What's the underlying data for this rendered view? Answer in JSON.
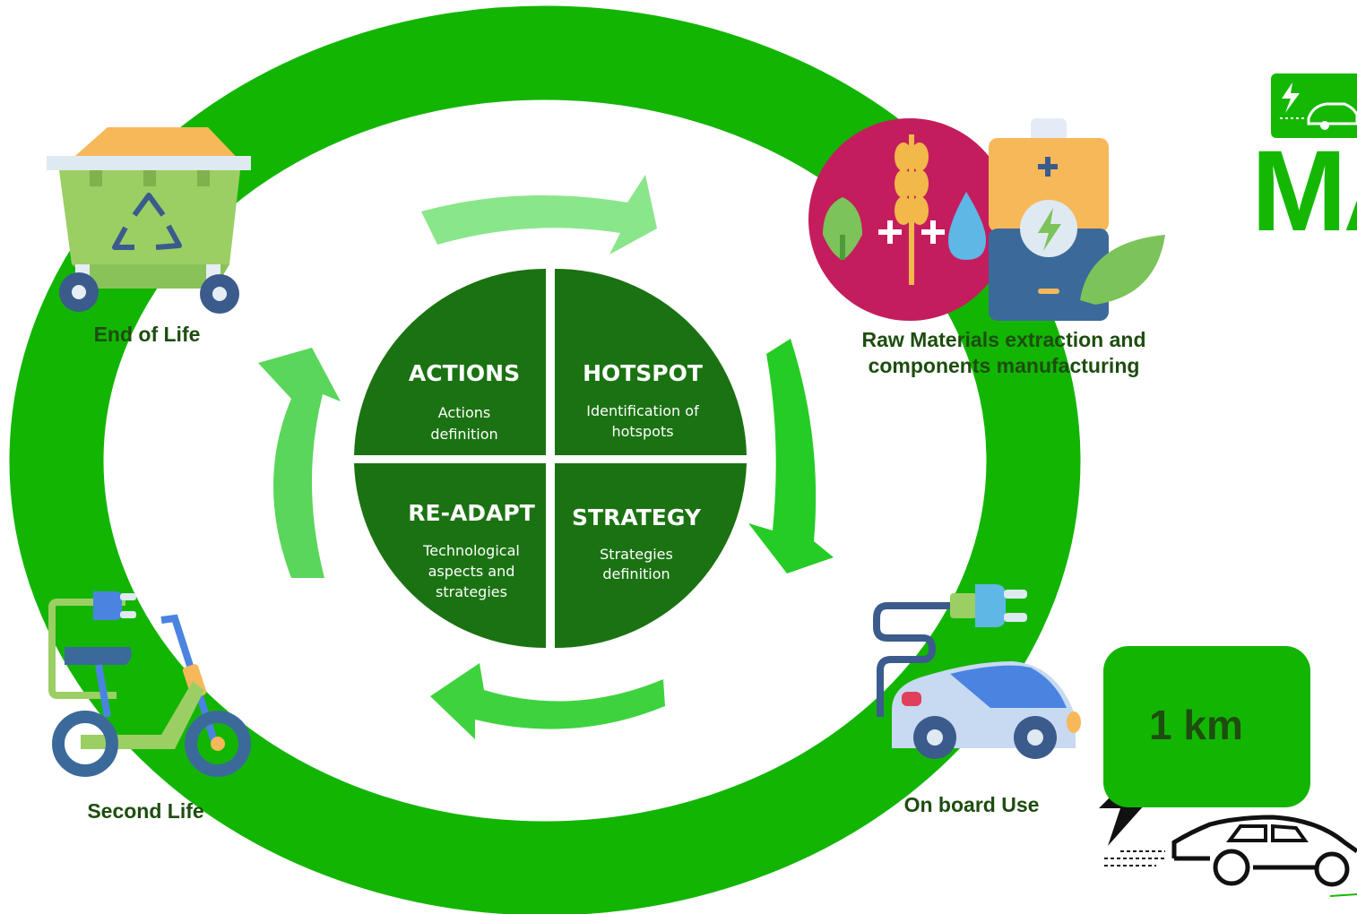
{
  "stages": {
    "end_of_life": "End of Life",
    "raw_materials_line1": "Raw Materials extraction and",
    "raw_materials_line2": "components manufacturing",
    "on_board_use": "On board Use",
    "second_life": "Second Life"
  },
  "quadrants": {
    "actions": {
      "title": "ACTIONS",
      "desc_line1": "Actions",
      "desc_line2": "definition"
    },
    "hotspot": {
      "title": "HOTSPOT",
      "desc_line1": "Identification of",
      "desc_line2": "hotspots"
    },
    "readapt": {
      "title": "RE-ADAPT",
      "desc_line1": "Technological",
      "desc_line2": "aspects and",
      "desc_line3": "strategies"
    },
    "strategy": {
      "title": "STRATEGY",
      "desc_line1": "Strategies",
      "desc_line2": "definition"
    }
  },
  "distance": {
    "value": "1 km"
  },
  "logo": {
    "text": "MA"
  },
  "colors": {
    "ring": "#13b503",
    "quadrant": "#1b7212",
    "arrow_light": "#8ae68a",
    "arrow_mid": "#5ad65a",
    "arrow_strong": "#25cc25",
    "label": "#1d4d0f"
  },
  "icons": [
    "recycling-bin-icon",
    "raw-materials-battery-icon",
    "electric-car-charging-icon",
    "electric-scooter-icon",
    "car-speed-icon"
  ]
}
